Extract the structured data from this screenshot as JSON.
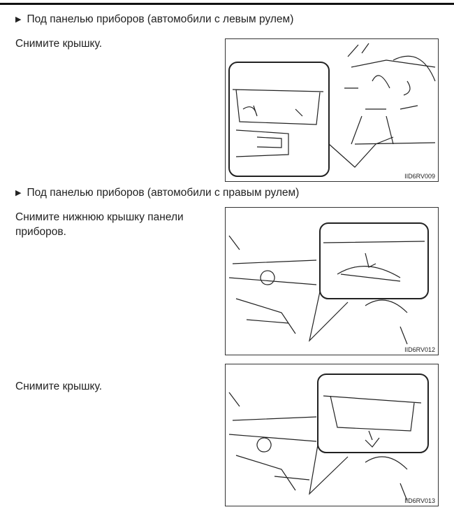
{
  "sections": [
    {
      "heading": "Под панелью приборов (автомобили с левым рулем)",
      "step": "Снимите крышку.",
      "figure_code": "IID6RV009"
    },
    {
      "heading": "Под панелью приборов (автомобили с правым рулем)",
      "step_lines": [
        "Снимите нижнюю крышку панели",
        "приборов."
      ],
      "figure_code": "IID6RV012"
    },
    {
      "step": "Снимите крышку.",
      "figure_code": "IID6RV013"
    }
  ],
  "bullet_icon": "triangle-right-icon"
}
